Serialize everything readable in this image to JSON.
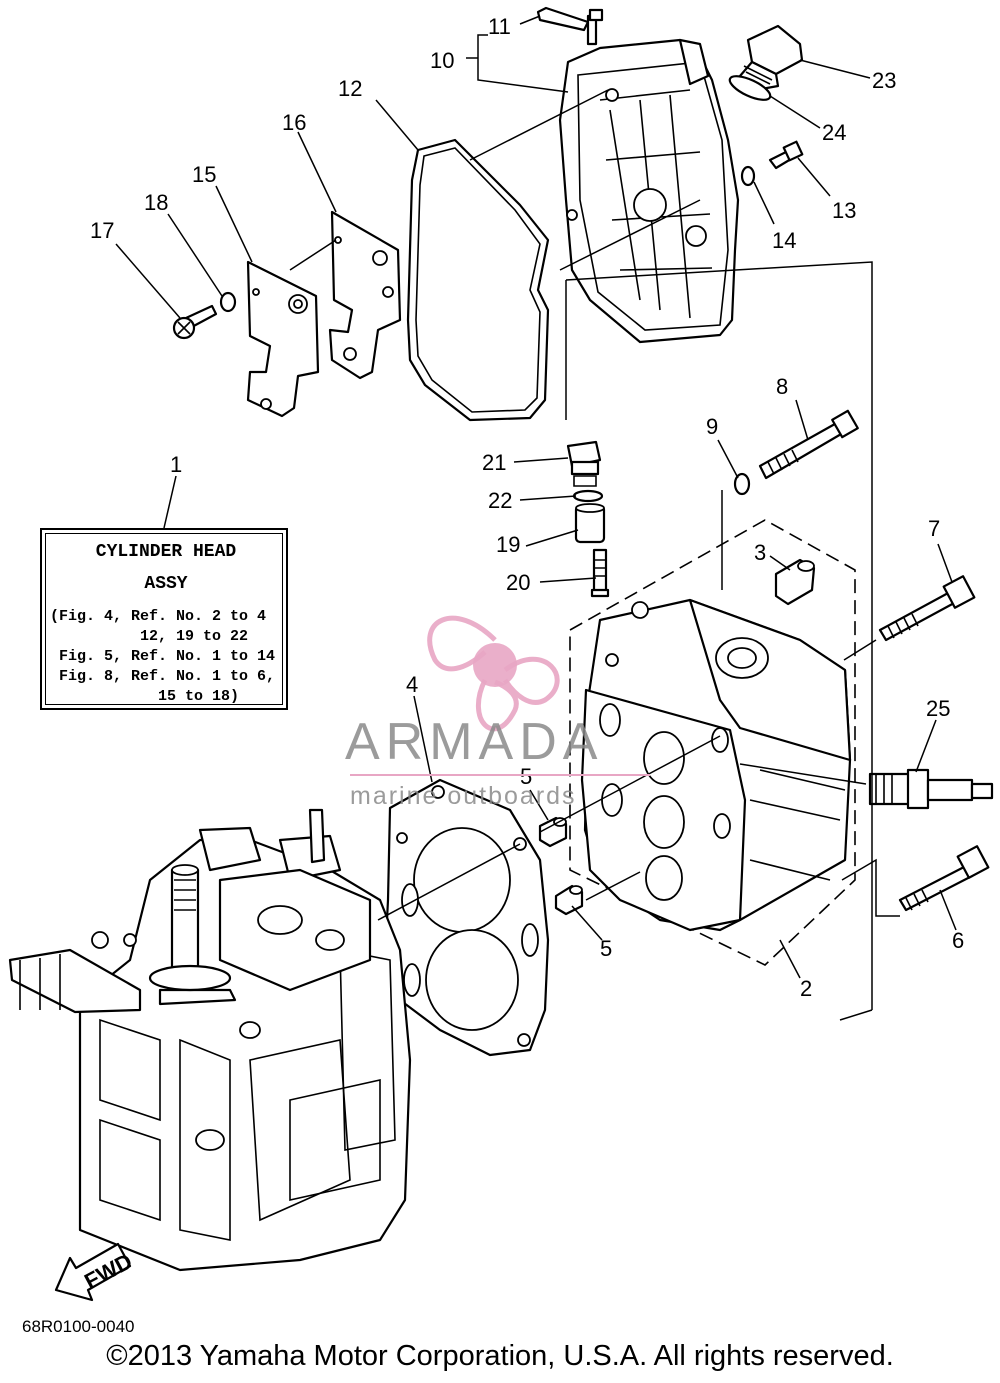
{
  "callouts": {
    "c1": "1",
    "c2": "2",
    "c3": "3",
    "c4": "4",
    "c5a": "5",
    "c5b": "5",
    "c6": "6",
    "c7": "7",
    "c8": "8",
    "c9": "9",
    "c10": "10",
    "c11": "11",
    "c12": "12",
    "c13": "13",
    "c14": "14",
    "c15": "15",
    "c16": "16",
    "c17": "17",
    "c18": "18",
    "c19": "19",
    "c20": "20",
    "c21": "21",
    "c22": "22",
    "c23": "23",
    "c24": "24",
    "c25": "25"
  },
  "assy_box": {
    "title_line1": "CYLINDER HEAD",
    "title_line2": "ASSY",
    "lines": [
      "(Fig. 4, Ref. No. 2 to 4",
      "          12, 19 to 22",
      " Fig. 5, Ref. No. 1 to 14",
      " Fig. 8, Ref. No. 1 to 6,",
      "            15 to 18)"
    ]
  },
  "fwd_label": "FWD",
  "diagram_code": "68R0100-0040",
  "copyright": "©2013 Yamaha Motor Corporation, U.S.A. All rights reserved.",
  "watermark": {
    "brand": "ARMADA",
    "tagline": "marine outboards",
    "colors": {
      "logo_pink": "#e8a6c4",
      "text_gray": "#8a8a8a"
    }
  },
  "colors": {
    "line": "#000000",
    "background": "#ffffff"
  }
}
